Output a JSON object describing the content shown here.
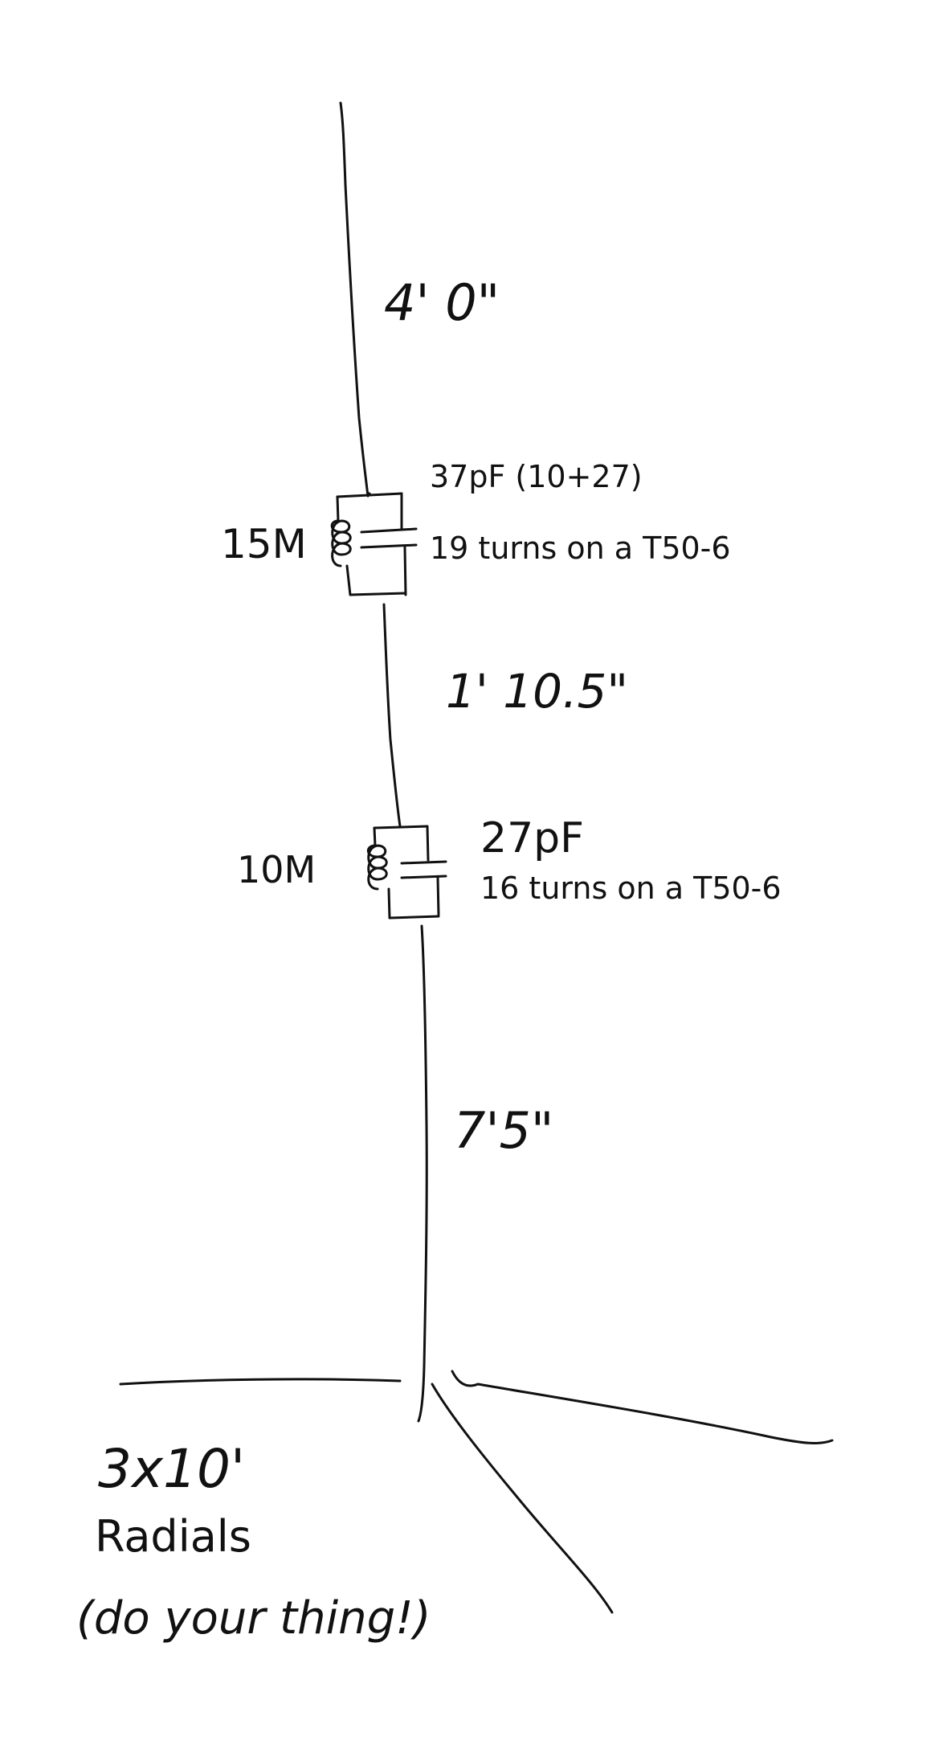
{
  "segments": {
    "top_length": "4' 0\"",
    "middle_length": "1' 10.5\"",
    "bottom_length": "7'5\""
  },
  "trap_15m": {
    "band": "15M",
    "capacitance": "37pF (10+27)",
    "coil": "19 turns on a T50-6"
  },
  "trap_10m": {
    "band": "10M",
    "capacitance": "27pF",
    "coil": "16 turns on a T50-6"
  },
  "radials": {
    "count": "3x10'",
    "label": "Radials",
    "note": "(do your thing!)"
  },
  "colors": {
    "ink": "#111111",
    "paper": "#ffffff"
  }
}
